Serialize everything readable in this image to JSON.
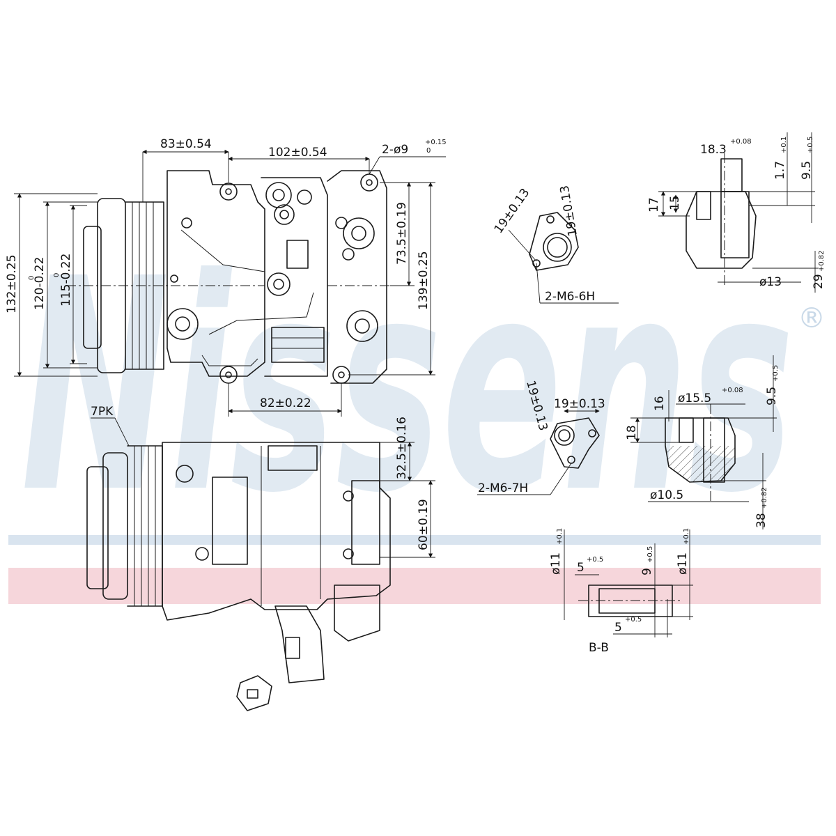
{
  "watermark": {
    "brand": "Nissens",
    "registered_mark": "®",
    "color_blue": "#c9d9e8",
    "color_red": "#f2c4cc"
  },
  "front_view": {
    "dim_83": "83±0.54",
    "dim_102": "102±0.54",
    "dim_bolt_holes": "2-ø9",
    "dim_bolt_holes_tol_up": "+0.15",
    "dim_bolt_holes_tol_dn": "0",
    "dim_132": "132±0.25",
    "dim_120": "120-0.22",
    "dim_120_tol": "0",
    "dim_115": "115-0.22",
    "dim_115_tol": "0",
    "dim_73_5": "73.5±0.19",
    "dim_139": "139±0.25",
    "dim_82": "82±0.22"
  },
  "side_view": {
    "belt_label": "7PK",
    "dim_32_5": "32.5±0.16",
    "dim_60": "60±0.19"
  },
  "port_upper": {
    "dim_19": "19±0.13",
    "dim_19b": "19±0.13",
    "thread": "2-M6-6H"
  },
  "port_lower": {
    "dim_19": "19±0.13",
    "dim_19_angled": "19±0.13",
    "thread": "2-M6-7H"
  },
  "section_upper": {
    "dim_18_3": "18.3",
    "dim_18_3_tol": "+0.08",
    "dim_1_7": "1.7",
    "dim_1_7_tol": "+0.1",
    "dim_9_5": "9.5",
    "dim_9_5_tol": "+0.5",
    "dim_17": "17",
    "dim_15": "15",
    "dim_13": "ø13",
    "dim_29": "29",
    "dim_29_tol": "+0.82"
  },
  "section_lower": {
    "dim_16": "16",
    "dim_15_5": "ø15.5",
    "dim_15_5_tol": "+0.08",
    "dim_9_5": "9.5",
    "dim_9_5_tol": "+0.5",
    "dim_18": "18",
    "dim_10_5": "ø10.5",
    "dim_38": "38",
    "dim_38_tol": "+0.82"
  },
  "section_bb": {
    "dim_11_left": "ø11",
    "dim_11_left_tol": "+0.1",
    "dim_5_top": "5",
    "dim_5_top_tol": "+0.5",
    "dim_9": "9",
    "dim_9_tol": "+0.5",
    "dim_11_right": "ø11",
    "dim_11_right_tol": "+0.1",
    "dim_5_bottom": "5",
    "dim_5_bottom_tol": "+0.5",
    "label": "B-B"
  }
}
